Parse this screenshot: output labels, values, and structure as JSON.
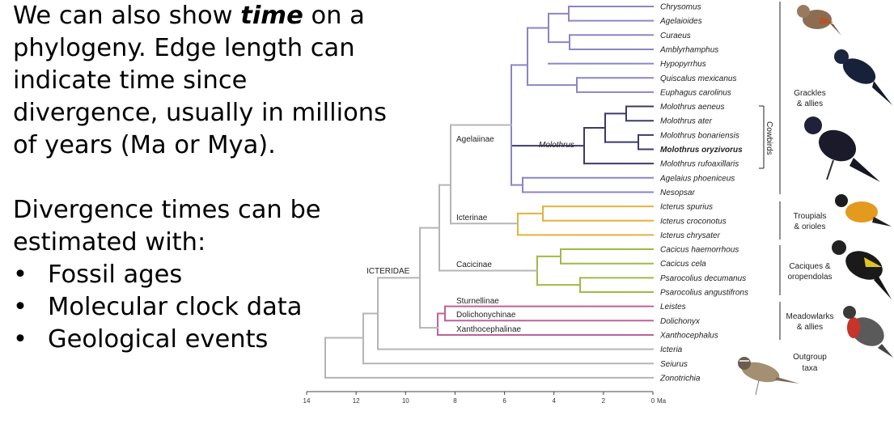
{
  "text": {
    "para1_before": "We can also show ",
    "para1_emph": "time",
    "para1_after": " on a phylogeny. Edge length can indicate time since divergence, usually in millions of years (Ma or Mya).",
    "para2": "Divergence times can be estimated with:",
    "bullets": [
      "Fossil ages",
      "Molecular clock data",
      "Geological events"
    ],
    "bullet_glyph": "•"
  },
  "tree": {
    "colors": {
      "grackles": "#8a86c4",
      "molothrus": "#3d3b66",
      "icterinae": "#e3b23c",
      "cacicinae": "#9dbb45",
      "meadowlarks": "#c0609a",
      "outgroup": "#b5b5b5"
    },
    "tips": [
      "Chrysomus",
      "Agelaioides",
      "Curaeus",
      "Amblyrhamphus",
      "Hypopyrrhus",
      "Quiscalus mexicanus",
      "Euphagus carolinus",
      "Molothrus aeneus",
      "Molothrus ater",
      "Molothrus bonariensis",
      "Molothrus oryzivorus",
      "Molothrus rufoaxillaris",
      "Agelaius phoeniceus",
      "Nesopsar",
      "Icterus spurius",
      "Icterus croconotus",
      "Icterus chrysater",
      "Cacicus haemorrhous",
      "Cacicus cela",
      "Psarocolius decumanus",
      "Psarocolius angustifrons",
      "Leistes",
      "Dolichonyx",
      "Xanthocephalus",
      "Icteria",
      "Seiurus",
      "Zonotrichia"
    ],
    "bold_tip": "Molothrus oryzivorus",
    "clade_labels": {
      "agelaiinae": "Agelaiinae",
      "molothrus": "Molothrus",
      "icterinae": "Icterinae",
      "cacicinae": "Cacicinae",
      "icteridae": "ICTERIDAE",
      "sturnellinae": "Sturnellinae",
      "dolichonychinae": "Dolichonychinae",
      "xanthocephalinae": "Xanthocephalinae"
    },
    "groups": {
      "cowbirds": "Cowbirds",
      "grackles_line1": "Grackles",
      "grackles_line2": "& allies",
      "troupials_line1": "Troupials",
      "troupials_line2": "& orioles",
      "caciques_line1": "Caciques &",
      "caciques_line2": "oropendolas",
      "meadowlarks_line1": "Meadowlarks",
      "meadowlarks_line2": "& allies",
      "outgroup_line1": "Outgroup",
      "outgroup_line2": "taxa"
    },
    "axis": {
      "ticks": [
        "14",
        "12",
        "10",
        "8",
        "6",
        "4",
        "2",
        "0"
      ],
      "unit": "Ma"
    },
    "illustrations": [
      "brown-finch-illustration",
      "grackle-illustration",
      "cowbird-illustration",
      "oriole-illustration",
      "cacique-illustration",
      "meadowlark-illustration",
      "sparrow-illustration"
    ]
  }
}
